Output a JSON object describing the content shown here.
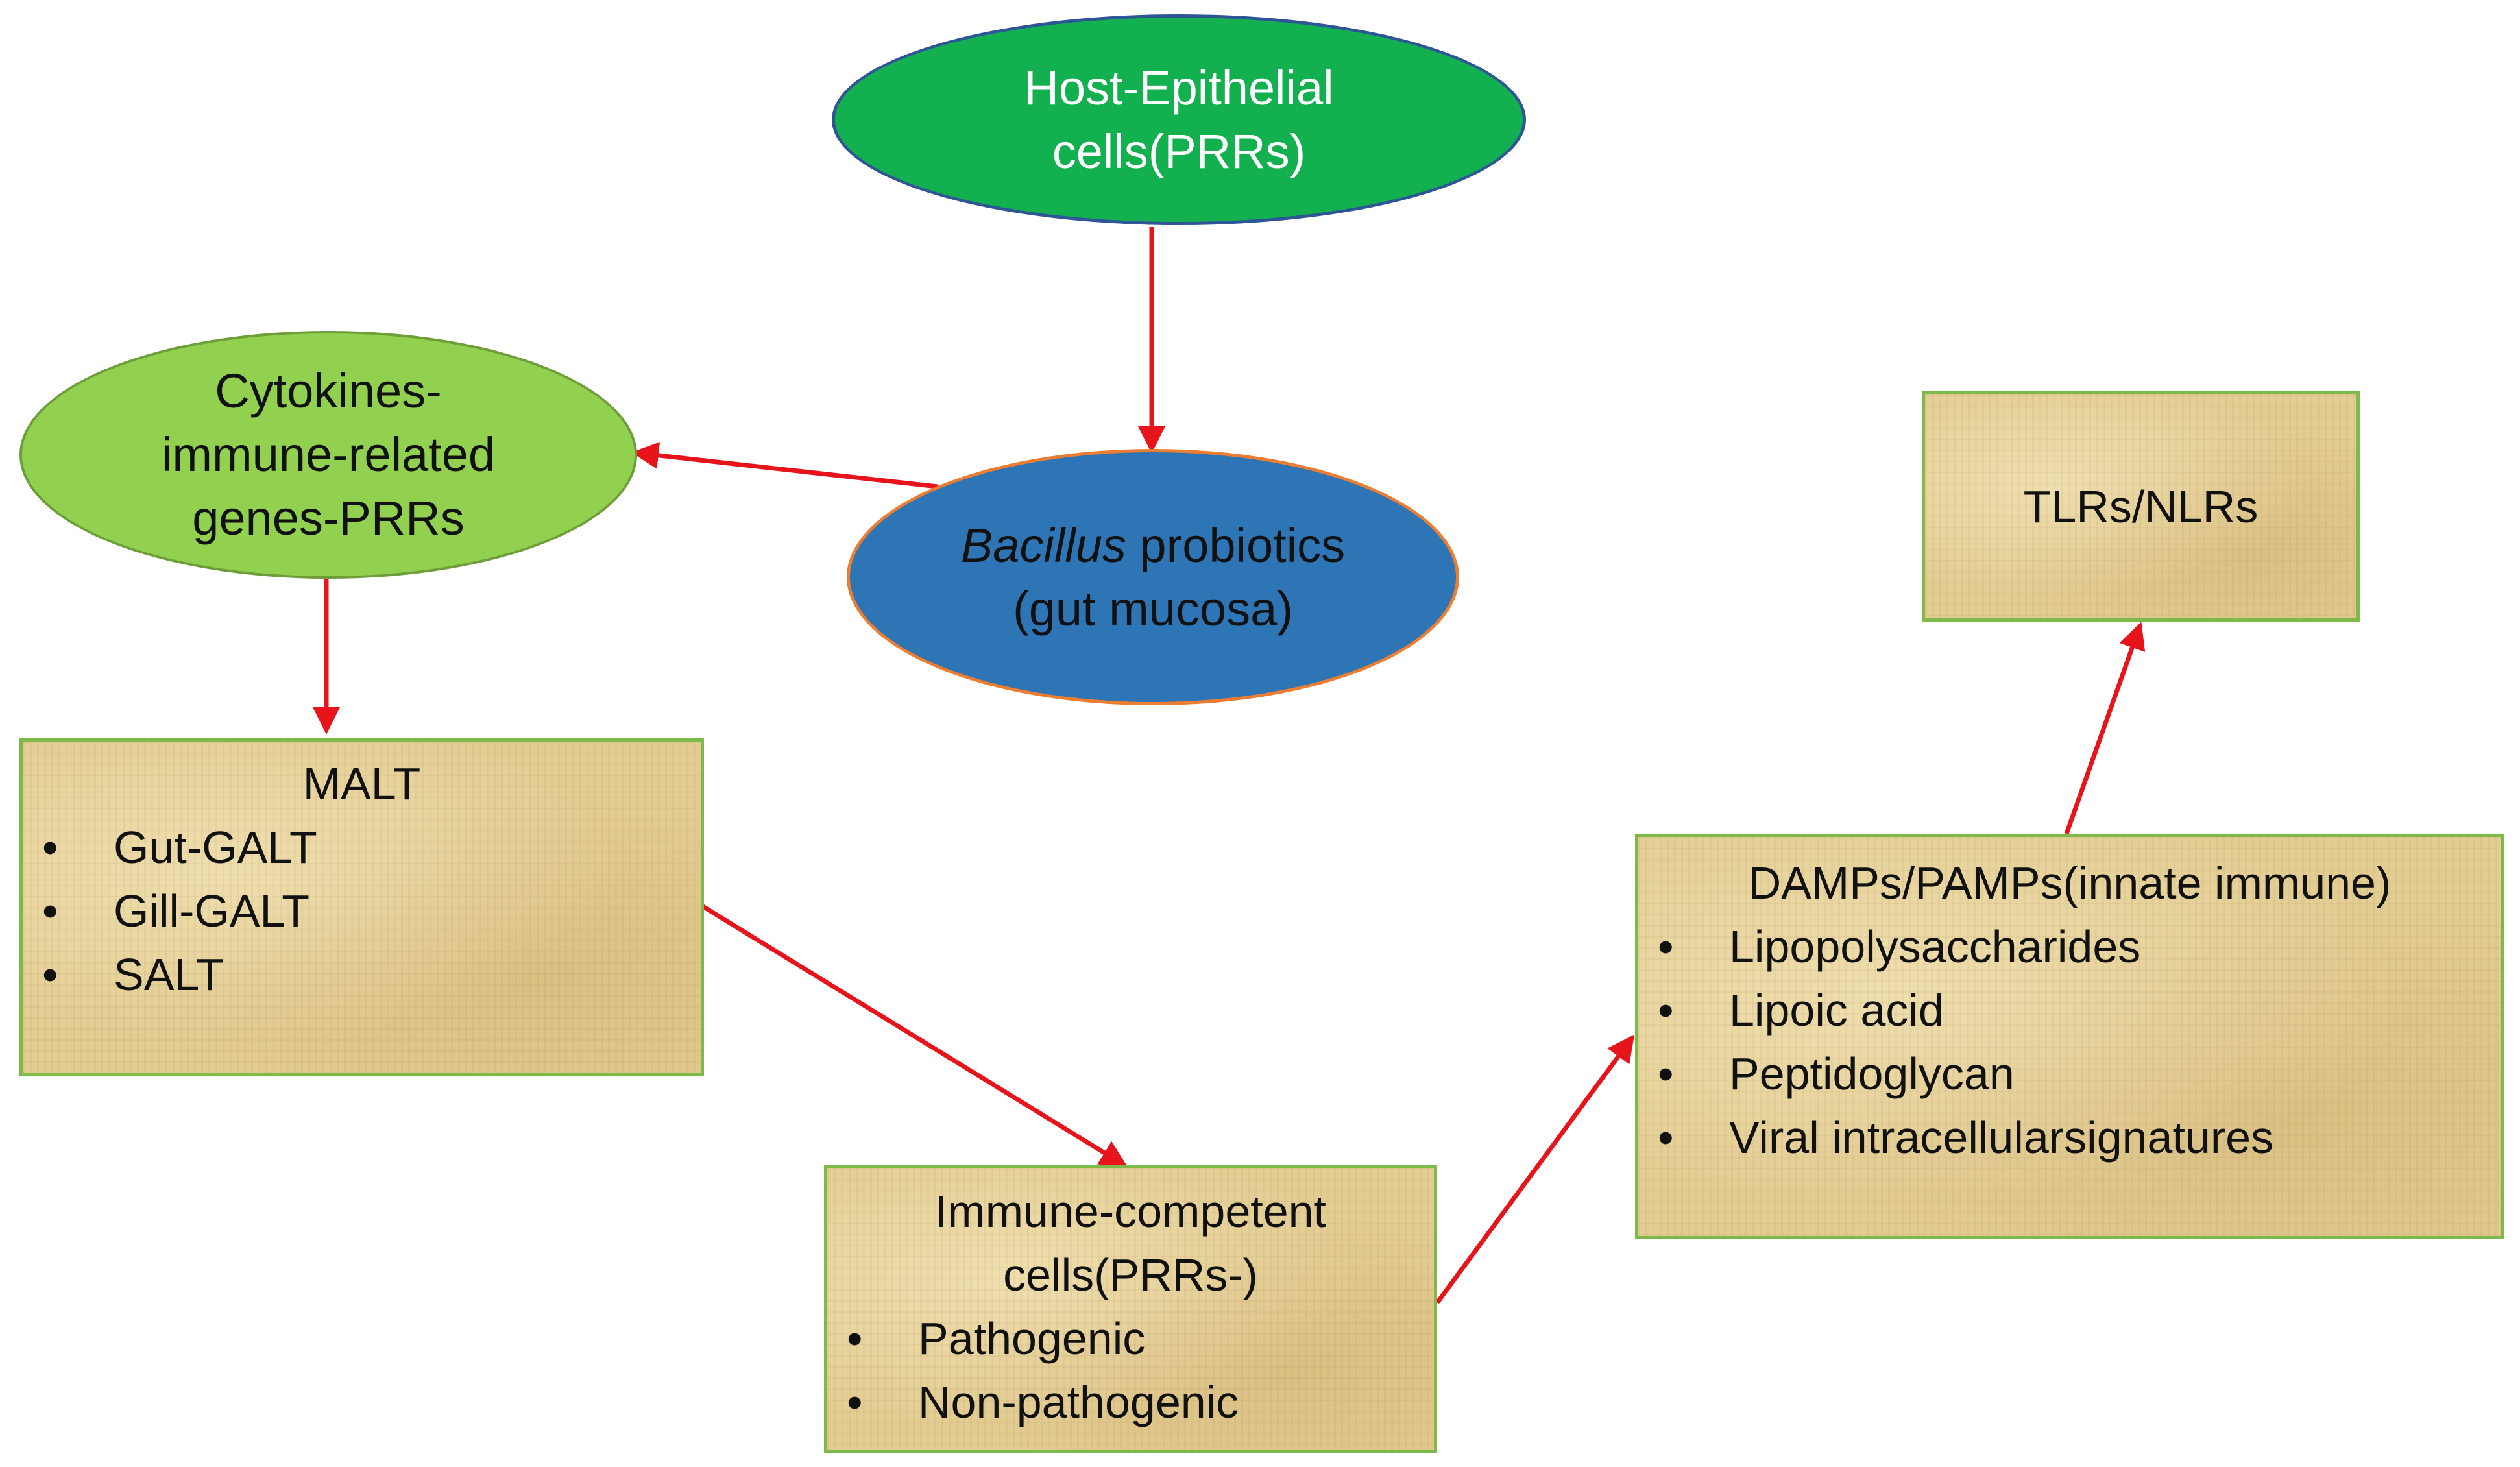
{
  "colors": {
    "arrow": "#e8141c",
    "host_ellipse_fill": "#13b050",
    "host_ellipse_border": "#2e5596",
    "cytokines_ellipse_fill": "#92d050",
    "cytokines_ellipse_border": "#6e9e3a",
    "bacillus_ellipse_fill": "#2e75b6",
    "bacillus_ellipse_border": "#ed7d31",
    "box_fill": "#e3cd93",
    "box_border": "#7dba4a"
  },
  "nodes": {
    "host": {
      "line1": "Host-Epithelial",
      "line2": "cells(PRRs)"
    },
    "cytokines": {
      "line1": "Cytokines-",
      "line2": "immune-related",
      "line3": "genes-PRRs"
    },
    "bacillus": {
      "italic": "Bacillus",
      "rest": " probiotics",
      "line2": "(gut mucosa)"
    },
    "malt": {
      "title": "MALT",
      "items": [
        "Gut-GALT",
        "Gill-GALT",
        "SALT"
      ]
    },
    "immune": {
      "title_line1": "Immune-competent",
      "title_line2": "cells(PRRs-)",
      "items": [
        "Pathogenic",
        "Non-pathogenic"
      ]
    },
    "damps": {
      "title": "DAMPs/PAMPs(innate immune)",
      "items": [
        "Lipopolysaccharides",
        "Lipoic acid",
        "Peptidoglycan",
        "Viral intracellularsignatures"
      ]
    },
    "tlrs": {
      "title": "TLRs/NLRs"
    }
  },
  "edges": [
    {
      "from": "host",
      "to": "bacillus"
    },
    {
      "from": "bacillus",
      "to": "cytokines"
    },
    {
      "from": "cytokines",
      "to": "malt"
    },
    {
      "from": "malt",
      "to": "immune"
    },
    {
      "from": "immune",
      "to": "damps"
    },
    {
      "from": "damps",
      "to": "tlrs"
    }
  ]
}
